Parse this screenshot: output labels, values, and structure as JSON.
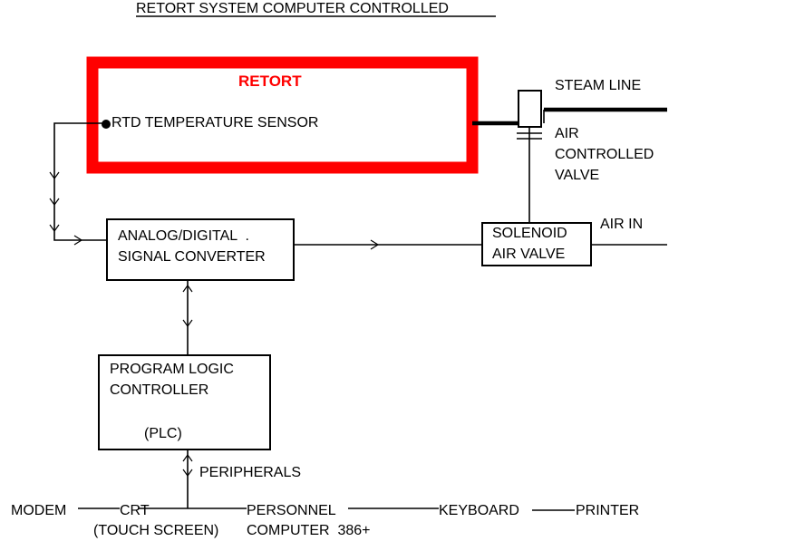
{
  "title": "RETORT SYSTEM COMPUTER CONTROLLED",
  "colors": {
    "retort": "#ff0000",
    "line": "#000000",
    "background": "#ffffff"
  },
  "retort": {
    "label": "RETORT",
    "sensor_label": "RTD TEMPERATURE SENSOR"
  },
  "steam_line": "STEAM LINE",
  "air_controlled_valve": [
    "AIR",
    "CONTROLLED",
    "VALVE"
  ],
  "air_in": "AIR IN",
  "solenoid": [
    "SOLENOID",
    "AIR VALVE"
  ],
  "converter": [
    "ANALOG/DIGITAL  .",
    "SIGNAL CONVERTER"
  ],
  "plc": [
    "PROGRAM LOGIC",
    "CONTROLLER",
    "(PLC)"
  ],
  "peripherals_label": "PERIPHERALS",
  "devices": {
    "modem": "MODEM",
    "crt": "CRT",
    "crt_sub": "(TOUCH SCREEN)",
    "personnel": "PERSONNEL",
    "computer": "COMPUTER  386+",
    "keyboard": "KEYBOARD",
    "printer": "PRINTER"
  }
}
